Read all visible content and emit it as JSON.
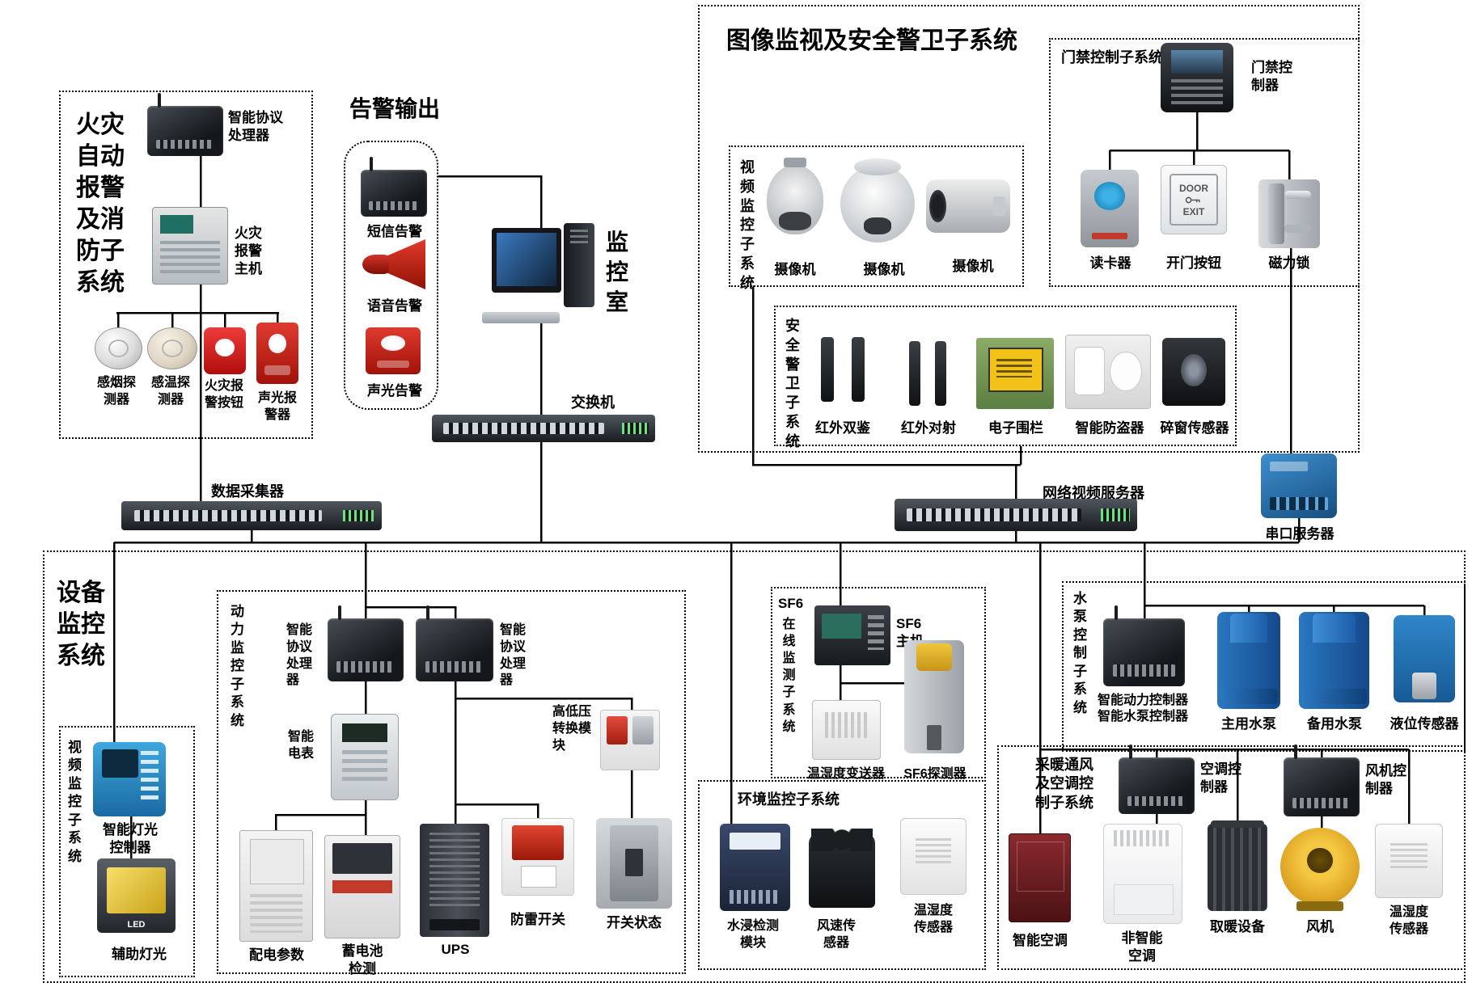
{
  "fire": {
    "title": "火灾自动报警及消防子系统",
    "processor": "智能协议处理器",
    "host": "火灾报警主机",
    "smoke": "感烟探测器",
    "heat": "感温探测器",
    "button": "火灾报警按钮",
    "sound_light": "声光报警器"
  },
  "alarm_out": {
    "title": "告警输出",
    "sms": "短信告警",
    "voice": "语音告警",
    "sound_light": "声光告警"
  },
  "room": {
    "title": "监控室"
  },
  "net": {
    "switch": "交换机",
    "collector": "数据采集器",
    "nvr": "网络视频服务器",
    "serial": "串口服务器"
  },
  "vs": {
    "title": "图像监视及安全警卫子系统",
    "video_title": "视频监控子系统",
    "cam": "摄像机",
    "access_title": "门禁控制子系统",
    "access_ctrl": "门禁控制器",
    "reader": "读卡器",
    "door_btn": "开门按钮",
    "lock": "磁力锁",
    "door_word": "DOOR",
    "exit_word": "EXIT",
    "guard_title": "安全警卫子系统",
    "ir_dual": "红外双鉴",
    "ir_beam": "红外对射",
    "fence": "电子围栏",
    "burglar": "智能防盗器",
    "glass": "碎窗传感器"
  },
  "eq": {
    "title": "设备监控系统",
    "video_title": "视频监控子系统",
    "light_ctrl": "智能灯光控制器",
    "aux_light": "辅助灯光",
    "led_word": "LED",
    "power_title": "动力监控子系统",
    "proc": "智能协议处理器",
    "meter": "智能电表",
    "hv": "高低压转换模块",
    "dist": "配电参数",
    "battery": "蓄电池检测",
    "ups": "UPS",
    "surge": "防雷开关",
    "breaker": "开关状态",
    "sf6_prefix": "SF6",
    "sf6_rest": "在线监测子系统",
    "sf6_host": "SF6主机",
    "sf6_tx": "温湿度变送器",
    "sf6_det": "SF6探测器",
    "env_title": "环境监控子系统",
    "water": "水浸检测模块",
    "wind": "风速传感器",
    "hum": "温湿度传感器",
    "pump_title": "水泵控制子系统",
    "pump_ctrl1": "智能动力控制器",
    "pump_ctrl2": "智能水泵控制器",
    "pump_main": "主用水泵",
    "pump_backup": "备用水泵",
    "level": "液位传感器",
    "hvac_title": "采暖通风及空调控制子系统",
    "ac_ctrl": "空调控制器",
    "fan_ctrl": "风机控制器",
    "smart_ac": "智能空调",
    "plain_ac": "非智能空调",
    "heater": "取暖设备",
    "fan": "风机",
    "hvac_hum": "温湿度传感器"
  }
}
